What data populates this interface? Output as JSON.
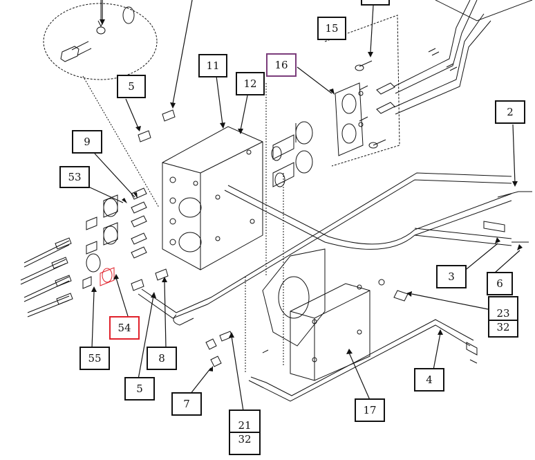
{
  "callouts": {
    "c2": "2",
    "c3": "3",
    "c4": "4",
    "c5a": "5",
    "c5b": "5",
    "c6": "6",
    "c7": "7",
    "c8": "8",
    "c9": "9",
    "c11": "11",
    "c12": "12",
    "c15": "15",
    "c16": "16",
    "c17": "17",
    "c21": "21",
    "c23": "23",
    "c32a": "32",
    "c32b": "32",
    "c53": "53",
    "c54": "54",
    "c55": "55"
  },
  "colors": {
    "line": "#111111",
    "highlight_purple": "#7a3b7a",
    "highlight_red": "#e0202a"
  }
}
